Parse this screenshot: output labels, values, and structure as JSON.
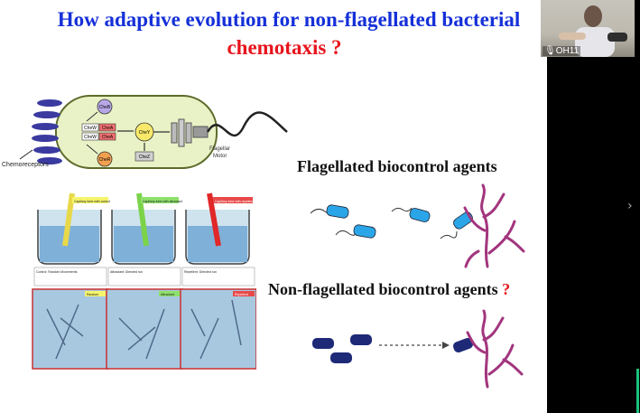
{
  "slide": {
    "title_line1": "How adaptive evolution for non-flagellated bacterial",
    "title_line2": "chemotaxis ?",
    "caption_flagellated": "Flagellated biocontrol agents",
    "caption_nonflagellated": "Non-flagellated biocontrol agents ",
    "caption_nonflagellated_mark": "?",
    "diagram": {
      "cheb": "CheB",
      "chew": "CheW",
      "chea": "CheA",
      "cher": "CheR",
      "chey": "CheY",
      "chez": "CheZ",
      "motor": "Flagellar\nMotor",
      "chemoreceptors": "Chemoreceptors"
    },
    "beakers": [
      {
        "label": "Capillary tube with control",
        "condition": "Control: Random Movements",
        "note": "Random"
      },
      {
        "label": "Capillary tube with attractant",
        "condition": "Attractant: Directed run",
        "note": "Attractant"
      },
      {
        "label": "Capillary tube with repellent",
        "condition": "Repellent: Directed run",
        "note": "Repellent"
      }
    ]
  },
  "participant": {
    "name": "OH11",
    "mic_icon": "microphone-icon"
  },
  "colors": {
    "title_blue": "#1530d8",
    "title_red": "#e8141c",
    "cell_blue": "#2aa6e8",
    "dark_blue": "#1e2a78",
    "fungus_purple": "#a2357e"
  }
}
